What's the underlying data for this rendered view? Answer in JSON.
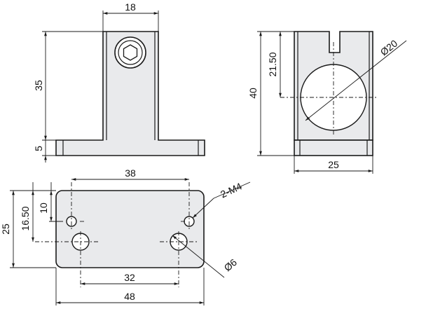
{
  "front_view": {
    "width_label": "18",
    "height_label": "35",
    "base_height_label": "5"
  },
  "side_view": {
    "height_label": "40",
    "axis_height_label": "21.50",
    "diameter_label": "Ø20",
    "width_label": "25"
  },
  "top_view": {
    "hole_spacing_top_label": "38",
    "thread_label": "2-M4",
    "height_label": "25",
    "offset_label_1": "16.50",
    "offset_label_2": "10",
    "hole_diameter_label": "Ø6",
    "hole_spacing_bottom_label": "32",
    "overall_width_label": "48"
  }
}
